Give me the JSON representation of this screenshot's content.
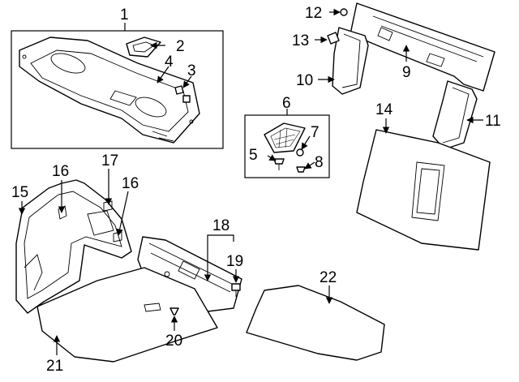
{
  "callouts": {
    "c1": "1",
    "c2": "2",
    "c3": "3",
    "c4": "4",
    "c5": "5",
    "c6": "6",
    "c7": "7",
    "c8": "8",
    "c9": "9",
    "c10": "10",
    "c11": "11",
    "c12": "12",
    "c13": "13",
    "c14": "14",
    "c15": "15",
    "c16a": "16",
    "c16b": "16",
    "c17": "17",
    "c18": "18",
    "c19": "19",
    "c20": "20",
    "c21": "21",
    "c22": "22"
  },
  "colors": {
    "line": "#000000",
    "background": "#ffffff"
  }
}
